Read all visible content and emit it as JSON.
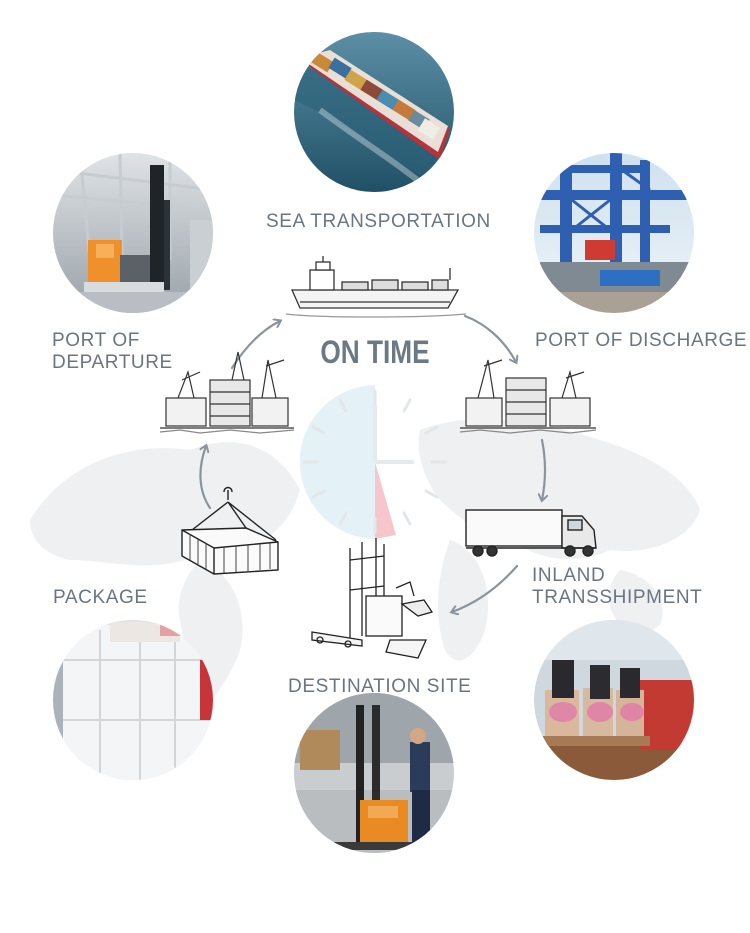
{
  "headline": "ON TIME",
  "stages": {
    "sea": {
      "label": "SEA TRANSPORTATION"
    },
    "departure": {
      "line1": "PORT OF",
      "line2": "DEPARTURE"
    },
    "discharge": {
      "label": "PORT OF DISCHARGE"
    },
    "package": {
      "label": "PACKAGE"
    },
    "inland": {
      "line1": "INLAND",
      "line2": "TRANSSHIPMENT"
    },
    "destination": {
      "label": "DESTINATION SITE"
    }
  },
  "colors": {
    "label_text": "#6a7582",
    "arrow": "#8a949d",
    "map": "#eef0f2",
    "clock_fill": "#dcecf3",
    "clock_hand_red": "#f3b7bf"
  },
  "icons": [
    "ship-icon",
    "port-crane-icon",
    "container-hook-icon",
    "truck-icon",
    "forklift-icon",
    "clock-icon"
  ]
}
